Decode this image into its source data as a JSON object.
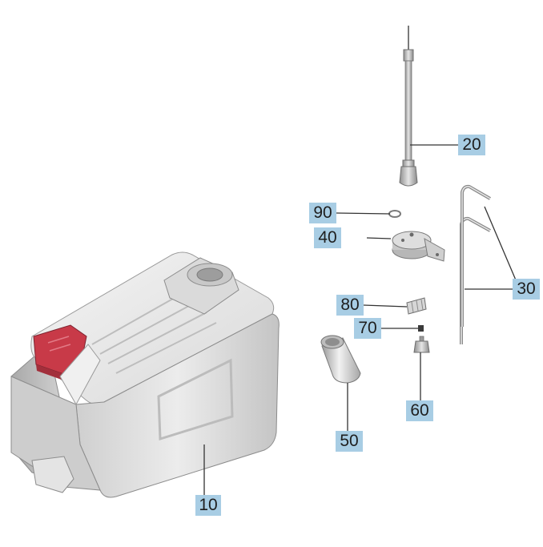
{
  "diagram": {
    "parts": [
      {
        "id": "tank",
        "label": "10"
      },
      {
        "id": "float-rod",
        "label": "20"
      },
      {
        "id": "wire-rods",
        "label": "30"
      },
      {
        "id": "float-switch",
        "label": "40"
      },
      {
        "id": "strainer-sleeve",
        "label": "50"
      },
      {
        "id": "valve-fitting",
        "label": "60"
      },
      {
        "id": "o-ring-small",
        "label": "70"
      },
      {
        "id": "clip",
        "label": "80"
      },
      {
        "id": "washer",
        "label": "90"
      }
    ],
    "colors": {
      "callout_bg": "#a8cde4",
      "tank_body": "#e2e2e2",
      "tank_shade": "#bdbdbd",
      "cap_red": "#c83a48",
      "leader": "#333333"
    }
  }
}
